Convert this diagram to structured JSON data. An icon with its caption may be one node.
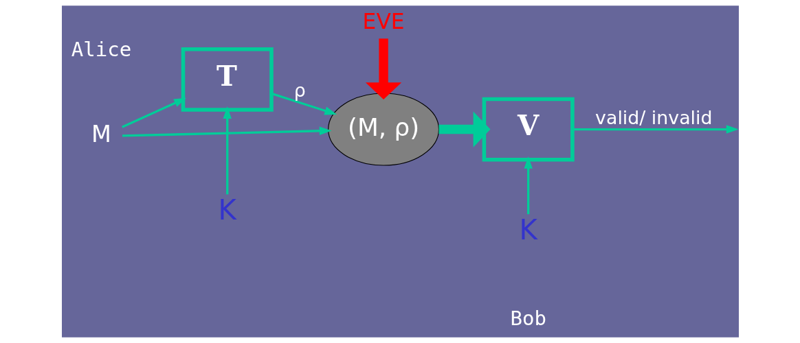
{
  "diagram": {
    "nodes": [
      {
        "text": [
          "M"
        ]
      },
      {
        "text": [
          "T"
        ]
      },
      {
        "text": [
          "K"
        ]
      },
      {
        "text": [
          "(M, ρ)"
        ]
      },
      {
        "text": [
          "EVE"
        ]
      },
      {
        "text": [
          "V"
        ]
      },
      {
        "text": [
          "K"
        ]
      }
    ],
    "edges": [
      {
        "from": 0,
        "to": 1,
        "arrow": "to"
      },
      {
        "from": 0,
        "to": 3,
        "arrow": "to"
      },
      {
        "from": 1,
        "to": 3,
        "arrow": "to",
        "label": "ρ"
      },
      {
        "from": 2,
        "to": 1,
        "arrow": "to"
      },
      {
        "from": 4,
        "to": 3,
        "arrow": "to",
        "style": "thick",
        "color": "#ff0000"
      },
      {
        "from": 3,
        "to": 5,
        "arrow": "to",
        "style": "thick"
      },
      {
        "from": 6,
        "to": 5,
        "arrow": "to"
      },
      {
        "from": 5,
        "to": null,
        "arrow": "to",
        "label": "valid/ invalid"
      }
    ],
    "labels": [
      "Alice",
      "Bob"
    ]
  }
}
